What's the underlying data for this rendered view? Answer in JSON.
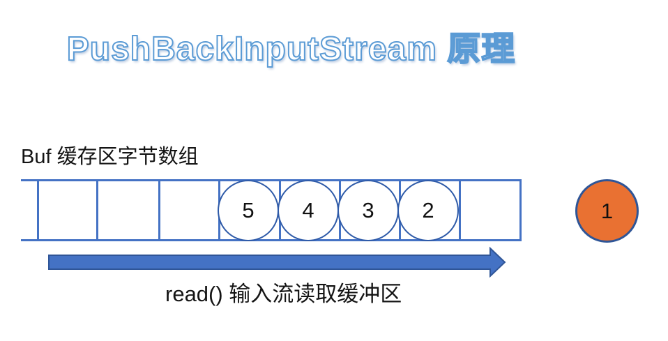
{
  "title": "PushBackInputStream 原理",
  "buffer": {
    "label": "Buf 缓存区字节数组",
    "cells": [
      "",
      "",
      "",
      "",
      "5",
      "4",
      "3",
      "2",
      ""
    ]
  },
  "pushback": {
    "value": "1"
  },
  "read_caption": "read() 输入流读取缓冲区",
  "colors": {
    "grid_blue": "#4472C4",
    "byte_circle_stroke": "#2E5AA8",
    "arrow_fill": "#4472C4",
    "arrow_stroke": "#2F5597",
    "pushback_orange": "#E97132",
    "pushback_stroke": "#2E5597",
    "title_outline": "#5B9BD5"
  }
}
